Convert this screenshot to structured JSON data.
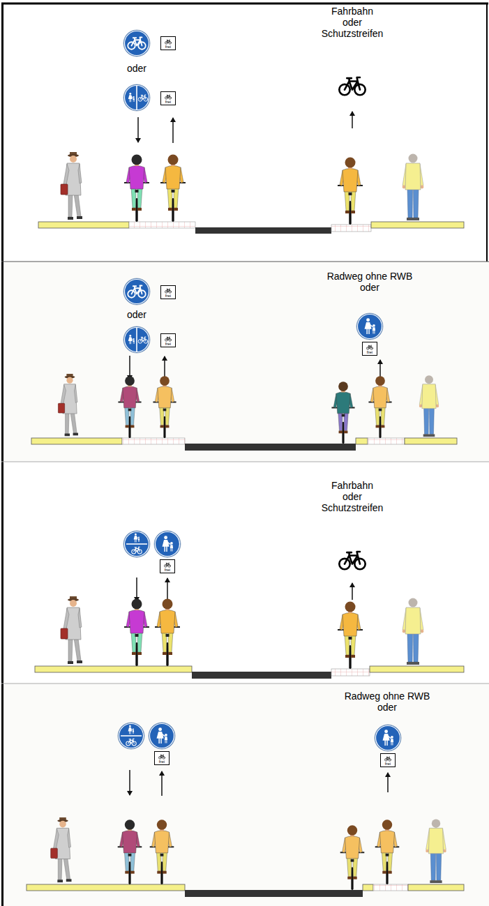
{
  "diagram": {
    "nodes": [
      {
        "text": [
          "frei"
        ]
      },
      {
        "text": [
          "frei"
        ]
      },
      {
        "text": [
          "frei"
        ]
      },
      {
        "text": [
          "frei"
        ]
      },
      {
        "text": [
          "frei"
        ]
      },
      {
        "text": [
          "frei"
        ]
      },
      {
        "text": [
          "frei"
        ]
      },
      {
        "text": [
          "frei"
        ]
      }
    ],
    "labels": [
      "Fahrbahn oder Schutzstreifen",
      "oder",
      "Radweg ohne RWB oder",
      "oder",
      "Fahrbahn oder Schutzstreifen",
      "Radweg ohne RWB oder"
    ]
  }
}
